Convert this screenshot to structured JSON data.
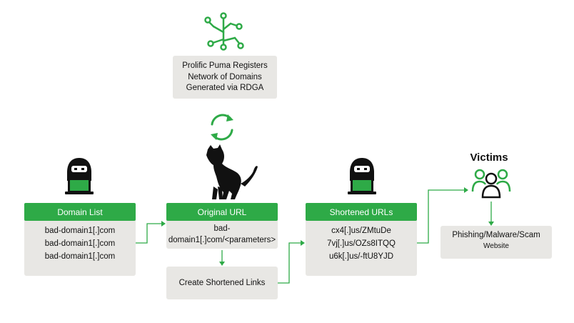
{
  "header_box": {
    "text": "Prolific Puma Registers Network of Domains Generated via RDGA",
    "line1": "Prolific Puma Registers",
    "line2": "Network of Domains",
    "line3": "Generated via RDGA"
  },
  "domain_list": {
    "title": "Domain List",
    "items": [
      "bad-domain1[.]com",
      "bad-domain1[.]com",
      "bad-domain1[.]com"
    ]
  },
  "original_url": {
    "title": "Original URL",
    "line1": "bad-",
    "line2": "domain1[.]com/<parameters>"
  },
  "create_links": {
    "label": "Create Shortened Links"
  },
  "shortened_urls": {
    "title": "Shortened URLs",
    "items": [
      "cx4[.]us/ZMtuDe",
      "7vj[.]us/OZs8ITQQ",
      "u6k[.]us/-ftU8YJD"
    ]
  },
  "victims": {
    "title": "Victims",
    "result_line1": "Phishing/Malware/Scam",
    "result_line2": "Website"
  },
  "colors": {
    "accent": "#2eaa47",
    "card": "#e8e7e4",
    "text": "#111111"
  },
  "icons": [
    "network-graph-icon",
    "refresh-cycle-icon",
    "hacker-laptop-icon",
    "puma-silhouette-icon",
    "victims-group-icon"
  ]
}
